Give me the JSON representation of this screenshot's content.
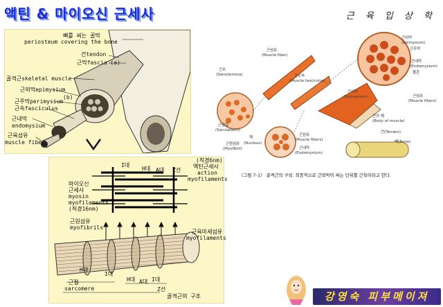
{
  "header": {
    "title": "액틴 & 마이오신 근세사",
    "subtitle": "근 육 입 상 학"
  },
  "figure_left": {
    "label_periosteum": "뼈를 싸는 골막",
    "label_periosteum_en": "periosteum covering the bone",
    "label_tendon": "건tendon",
    "label_fascia": "근막fascia (a)",
    "label_skeletal": "골격근skeletal muscle",
    "label_epimysium": "근외막epimysium",
    "label_b": "(b)",
    "label_perimysium": "근주막perimysium",
    "label_fasciculus": "근속fasciculus",
    "label_endomysium_kr": "근내막",
    "label_endomysium": "endomysium",
    "label_fiber_kr": "근육섬유",
    "label_fiber": "muscle fiber"
  },
  "figure_sarc": {
    "label_diam6": "(직경6nm)",
    "label_actin_kr": "액틴근세사",
    "label_actin": "action",
    "label_actin2": "myofilaments",
    "label_I_top": "I대",
    "label_H_top": "H대",
    "label_A_top": "A대",
    "label_Z_top": "Z선",
    "label_myosin_kr": "마이오신",
    "label_myosin_kr2": "근세사",
    "label_myosin": "myosin",
    "label_myosin2": "myofilaments",
    "label_diam16": "(직경16nm)",
    "label_myofibril_kr": "근원섬유",
    "label_myofibril": "myofibrils",
    "label_microfil_kr": "근육미세섬유",
    "label_microfil": "myofilaments",
    "label_H1": "H대",
    "label_I1": "I대",
    "label_H2": "H대",
    "label_A2": "A대",
    "label_I2": "I대",
    "label_Z": "Z선",
    "label_sarcomere_kr": "근절",
    "label_sarcomere": "sarcomere",
    "label_caption": "골격근의 구조"
  },
  "figure_right": {
    "label_fiber_top": "근섬유",
    "label_fiber_top_en": "(Muscle fiber)",
    "label_sarcolemma_kr": "근초",
    "label_sarcolemma": "(Sarcolemma)",
    "label_fasciculus_kr": "근소속",
    "label_fasciculus": "(Muscle fasciculus)",
    "label_sarcoplasm_kr": "근형질",
    "label_sarcoplasm": "(Sarcoplasm)",
    "label_myofibril_kr": "근원섬유",
    "label_myofibril": "(Myofibril)",
    "label_nucleus": "핵",
    "label_nucleus_en": "(Nucleus)",
    "label_fibers_kr": "근섬유",
    "label_fibers": "(Muscle fibers)",
    "label_endomysium_kr": "근내막",
    "label_endomysium": "(Endomysium)",
    "label_epimysium_kr": "근외막",
    "label_epimysium": "(Epimysium)",
    "label_body_kr": "근의 체",
    "label_body": "(Body of muscle)",
    "label_tendon_kr": "건(Tendon)",
    "label_bone_kr": "뼈(Bone)",
    "label_rt_epi_kr": "근외막",
    "label_rt_epi": "(Epimysium)",
    "label_rt_peri_kr": "근주막",
    "label_rt_endo_kr": "근내막",
    "label_rt_endo": "(Endomysium)",
    "label_rt_vessel": "혈관",
    "label_rt_fiber_kr": "근섬유",
    "label_rt_fiber": "(Muscle fibers)",
    "caption": "〈그림 7-1〉 골격근의 구성. 최종적으로 근외막이 싸는 단위를 근육이라고 한다."
  },
  "branding": {
    "text": "강영숙 피부메이져"
  }
}
